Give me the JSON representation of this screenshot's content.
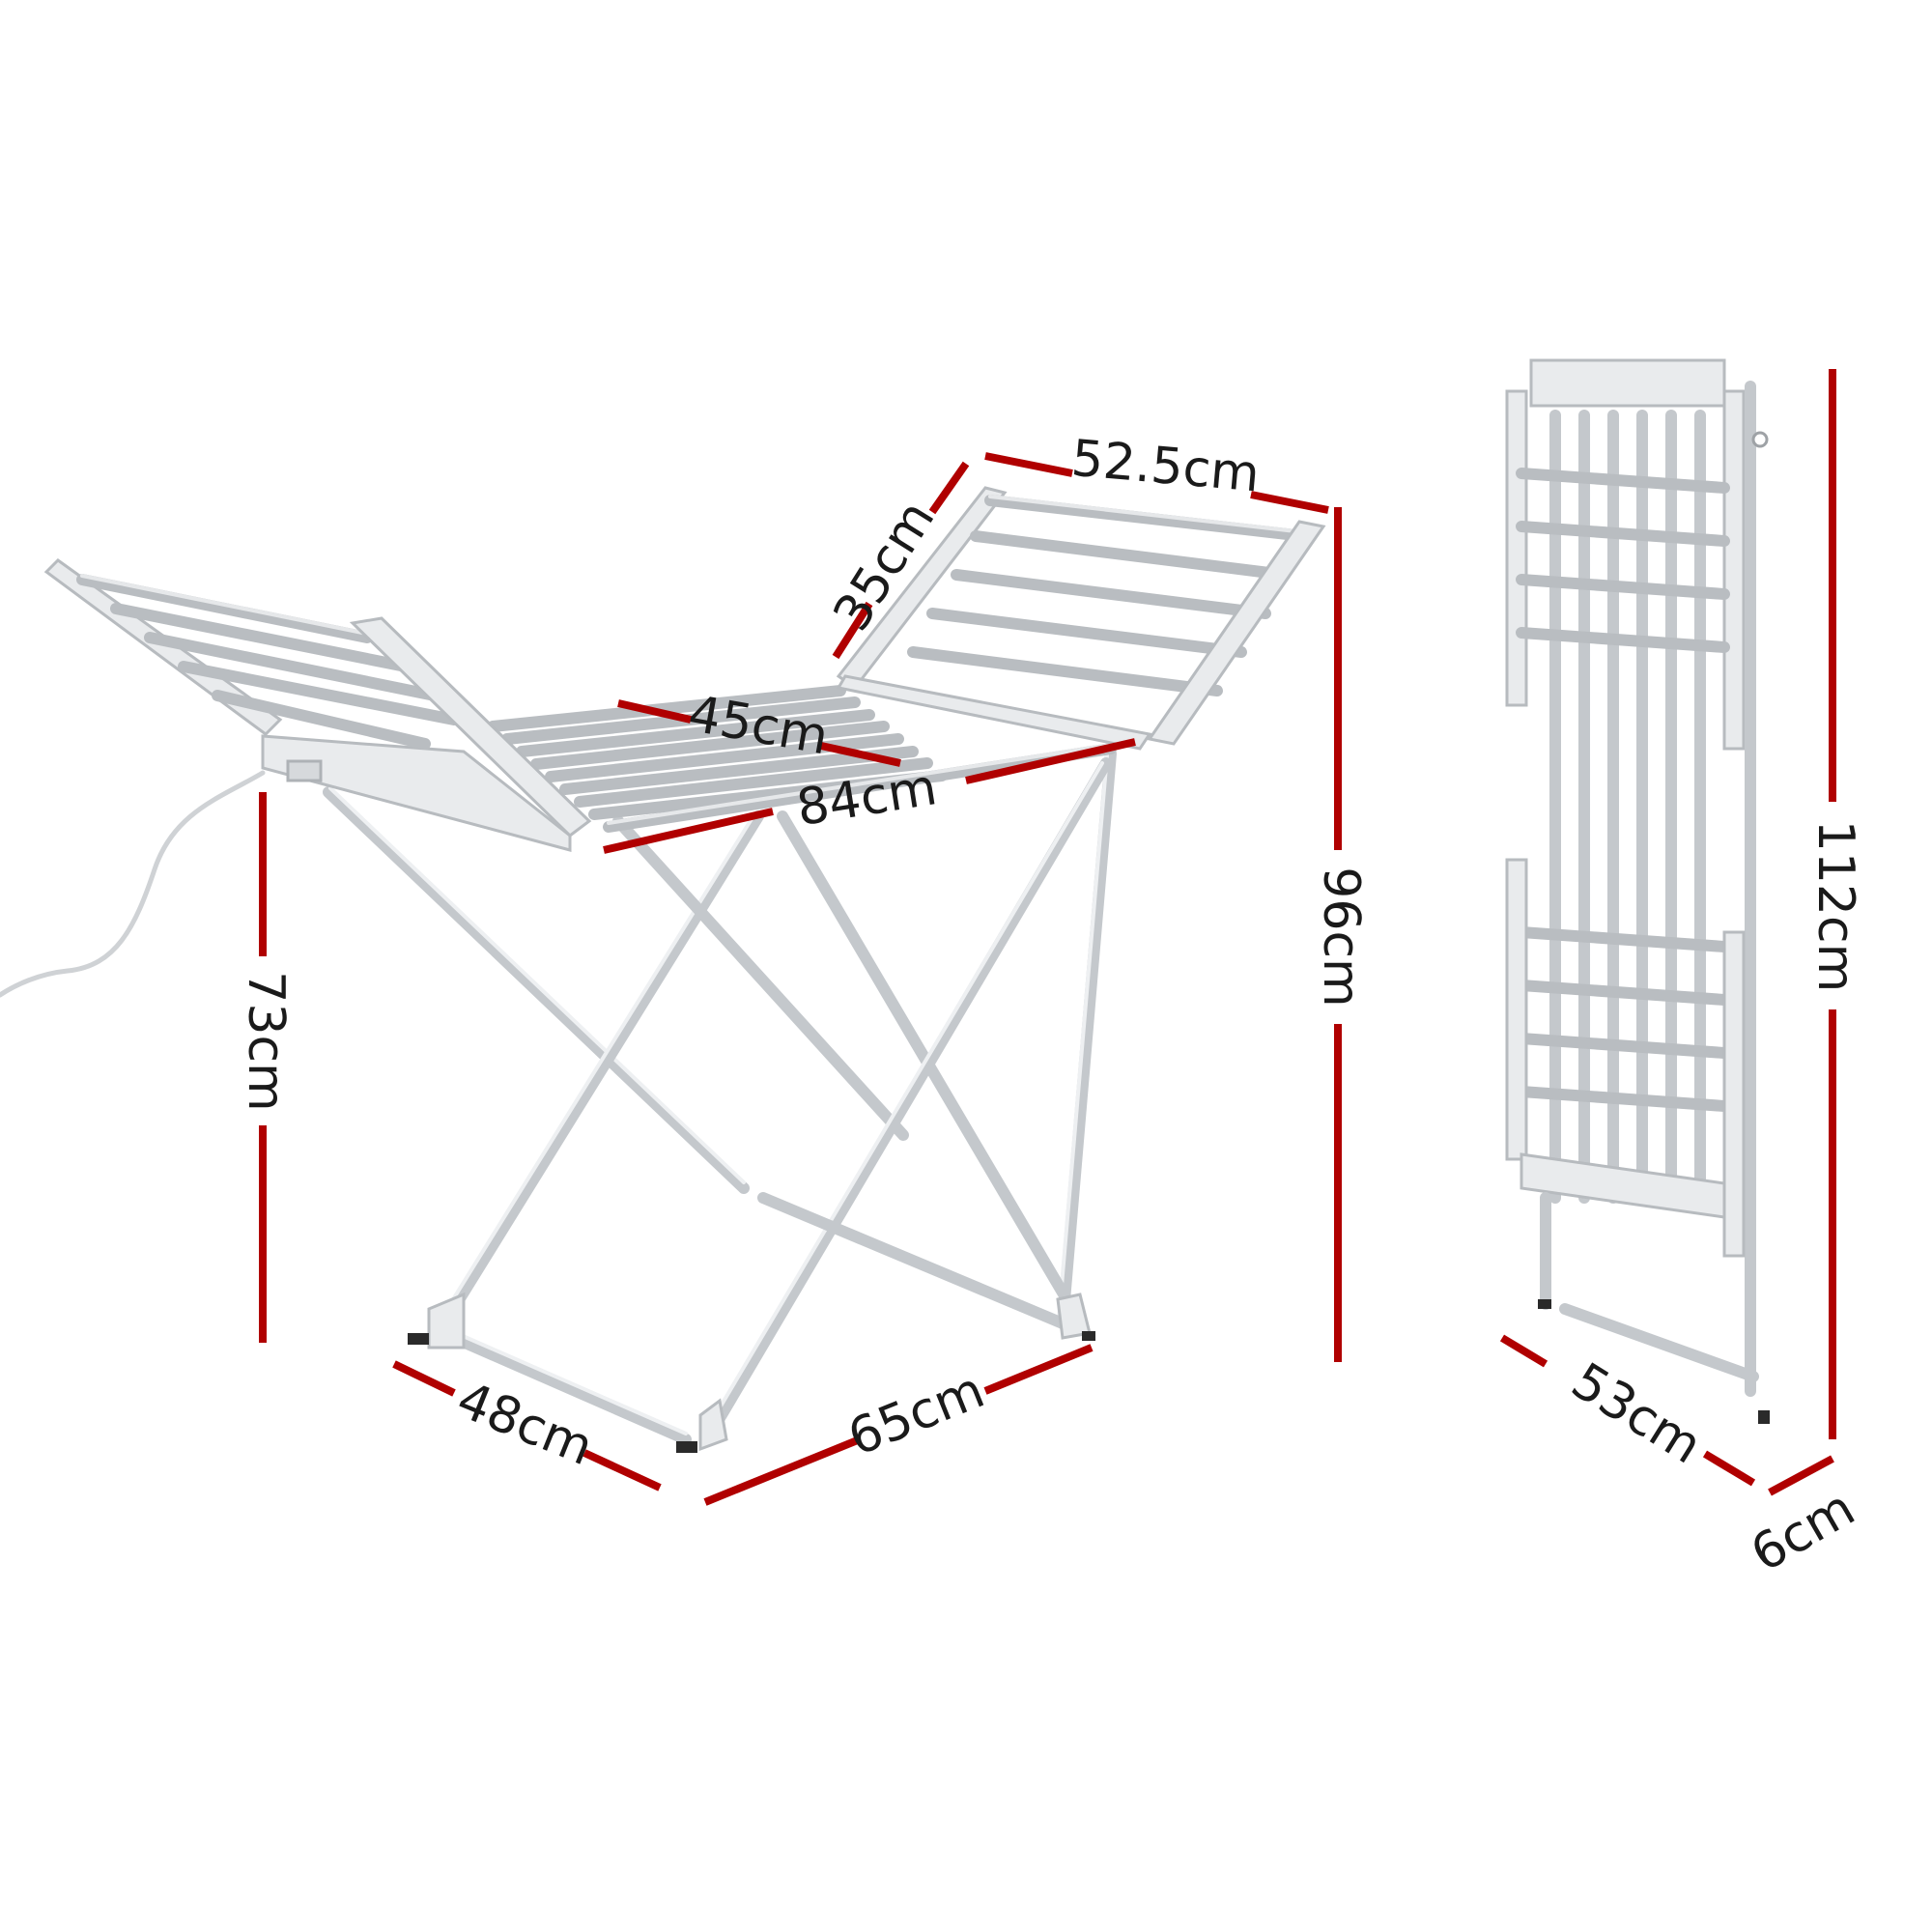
{
  "dimensions": {
    "top_width": "52.5cm",
    "wing_depth": "35cm",
    "center_depth": "45cm",
    "open_length": "84cm",
    "total_height": "96cm",
    "rail_height": "73cm",
    "base_depth": "48cm",
    "base_length": "65cm",
    "folded_height": "112cm",
    "folded_width": "53cm",
    "folded_thickness": "6cm"
  },
  "colors": {
    "dimension_line": "#b00000",
    "frame": "#c4c8cc",
    "label": "#1a1a1a"
  }
}
